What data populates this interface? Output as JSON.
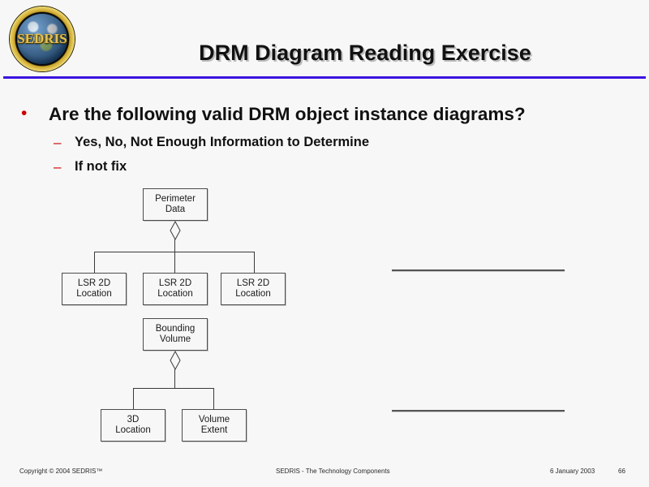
{
  "header": {
    "logo_alt": "SEDRIS globe logo",
    "logo_word": "SEDRIS",
    "title": "DRM Diagram Reading Exercise"
  },
  "content": {
    "bullet_marker": "•",
    "dash_marker": "–",
    "bullet": "Are the following valid DRM object instance diagrams?",
    "sub_bullets": [
      "Yes, No, Not Enough Information to Determine",
      "If not fix"
    ]
  },
  "diagram": {
    "nodes": [
      {
        "id": "perimeter-data",
        "line1": "Perimeter",
        "line2": "Data"
      },
      {
        "id": "lsr-2d-location-1",
        "line1": "LSR 2D",
        "line2": "Location"
      },
      {
        "id": "lsr-2d-location-2",
        "line1": "LSR 2D",
        "line2": "Location"
      },
      {
        "id": "lsr-2d-location-3",
        "line1": "LSR 2D",
        "line2": "Location"
      },
      {
        "id": "bounding-volume",
        "line1": "Bounding",
        "line2": "Volume"
      },
      {
        "id": "3d-location",
        "line1": "3D",
        "line2": "Location"
      },
      {
        "id": "volume-extent",
        "line1": "Volume",
        "line2": "Extent"
      }
    ],
    "relationship": "aggregation-diamond"
  },
  "answer_blanks": [
    {
      "id": "answer-blank-1"
    },
    {
      "id": "answer-blank-2"
    }
  ],
  "footer": {
    "copyright": "Copyright © 2004 SEDRIS™",
    "center": "SEDRIS - The Technology Components",
    "date": "6 January 2003",
    "page": "66"
  },
  "colors": {
    "rule": "#3a13e0",
    "bullet_marker": "#cc0000",
    "background": "#f7f7f7",
    "node_border": "#4c4c4c"
  }
}
